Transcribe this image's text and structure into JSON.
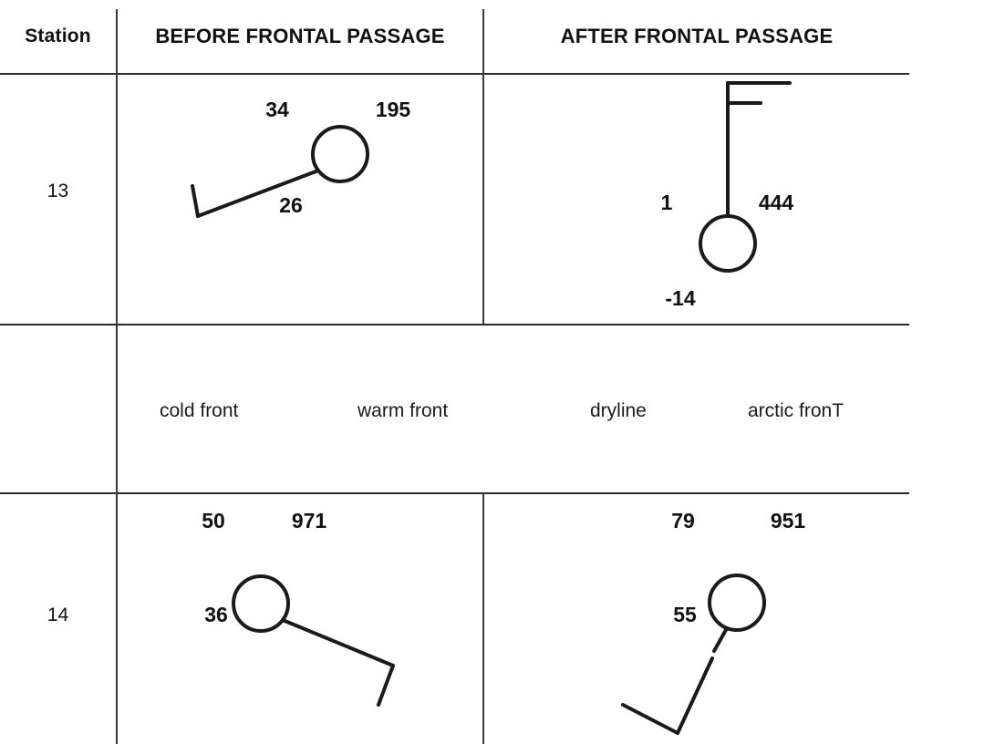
{
  "worksheet": {
    "header": {
      "station_label": "Station",
      "before_label": "BEFORE FRONTAL PASSAGE",
      "after_label": "AFTER FRONTAL PASSAGE"
    },
    "rows": [
      {
        "station_number": "13",
        "before": {
          "temperature": "34",
          "pressure": "195",
          "dewpoint": "26",
          "wind": {
            "direction": "from-southwest",
            "barb_type": "full-barb",
            "shaft_angle_deg": 215
          }
        },
        "after": {
          "temperature": "1",
          "pressure": "444",
          "dewpoint": "-14",
          "wind": {
            "direction": "from-north",
            "barb_type": "full-barb-and-half-barb",
            "shaft_angle_deg": 0
          }
        }
      },
      {
        "station_number": "14",
        "before": {
          "temperature": "50",
          "pressure": "971",
          "dewpoint": "36",
          "wind": {
            "direction": "from-southeast",
            "barb_type": "full-barb",
            "shaft_angle_deg": 145
          }
        },
        "after": {
          "temperature": "79",
          "pressure": "951",
          "dewpoint": "55",
          "wind": {
            "direction": "from-south-southwest",
            "barb_type": "full-barb",
            "shaft_angle_deg": 190
          }
        }
      }
    ],
    "options": [
      {
        "label": "cold front"
      },
      {
        "label": "warm front"
      },
      {
        "label": "dryline"
      },
      {
        "label": "arctic fronT"
      }
    ],
    "colors": {
      "ink": "#1a1a1a",
      "rule": "#2b2b2b",
      "divider": "#3a3a3a",
      "background": "#ffffff"
    }
  }
}
